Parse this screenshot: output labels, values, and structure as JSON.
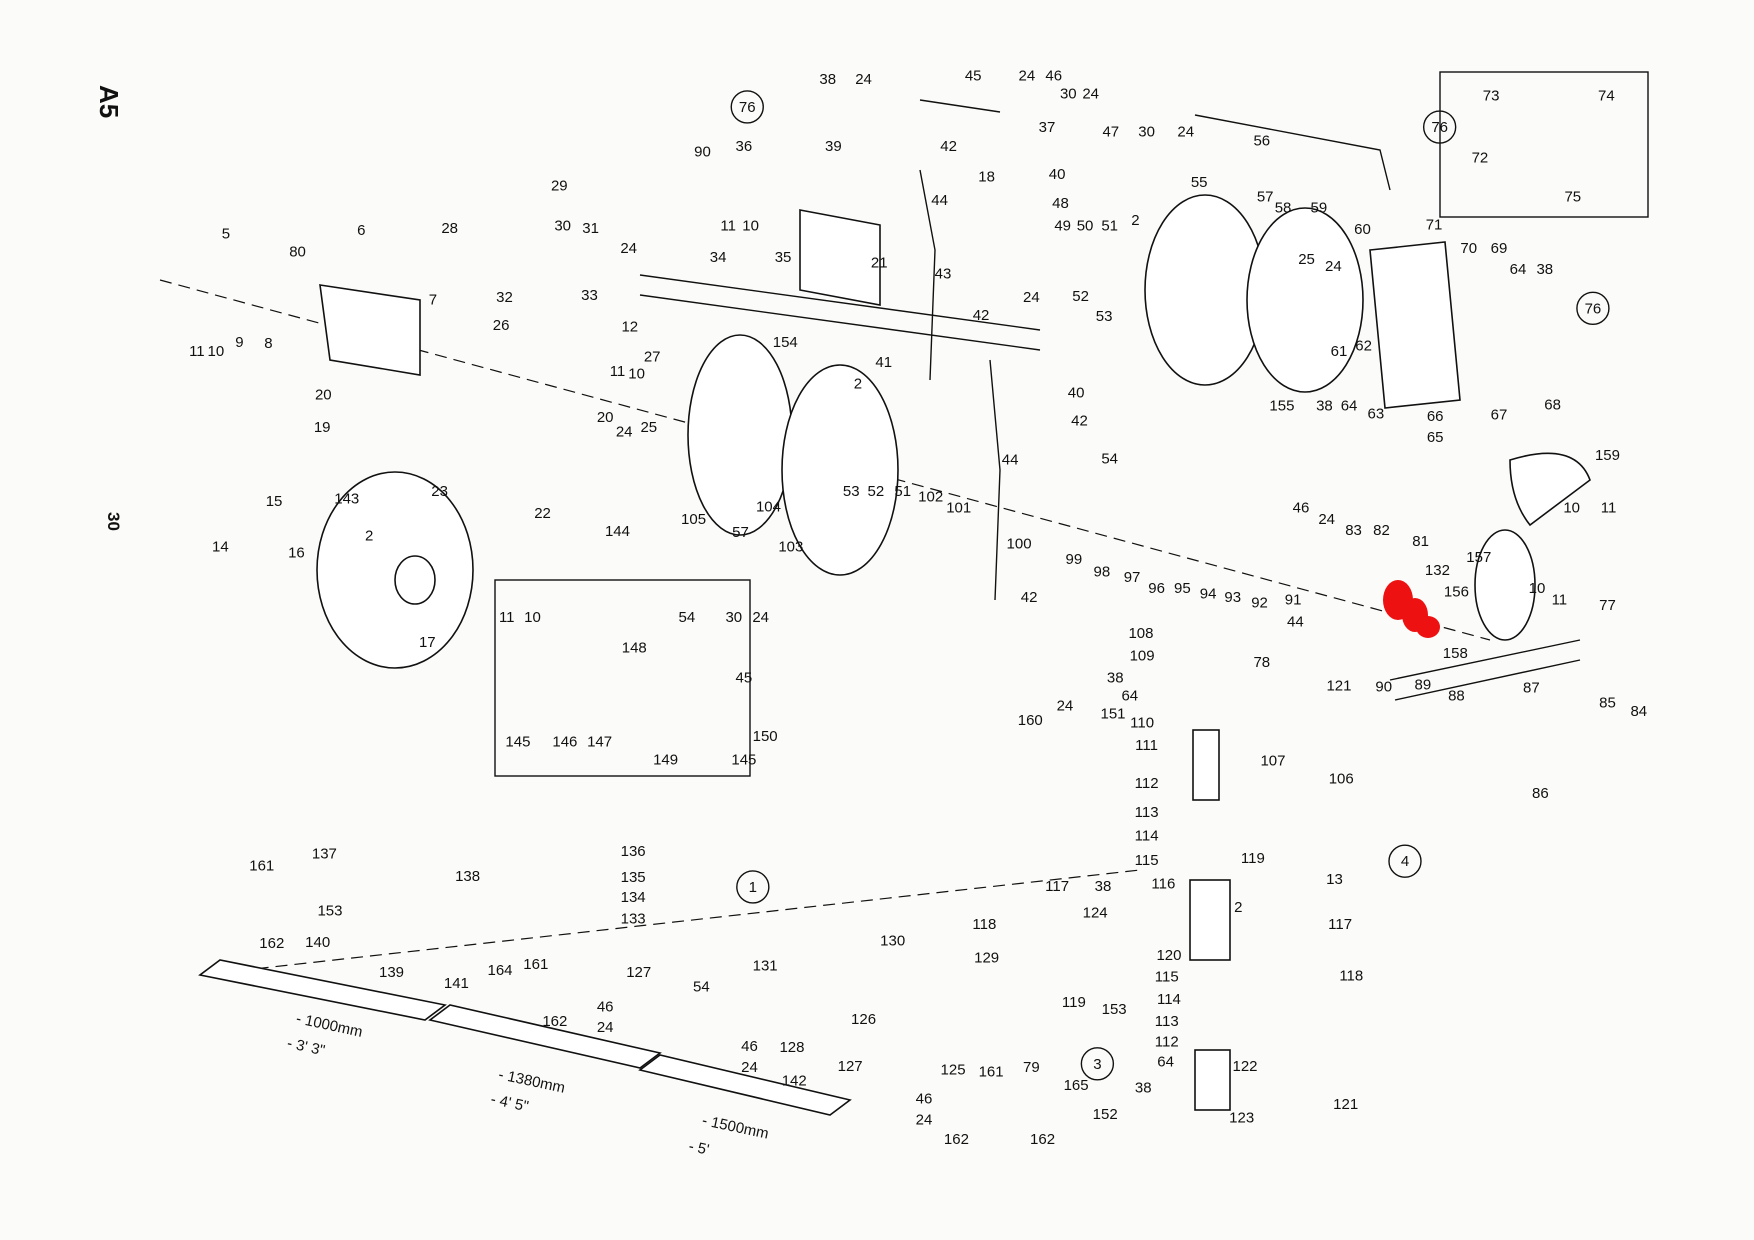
{
  "page_id": "A5",
  "page_number": "30",
  "highlight_color": "#ee1111",
  "labels": [
    "76",
    "38",
    "24",
    "45",
    "24",
    "46",
    "30",
    "24",
    "37",
    "39",
    "90",
    "36",
    "42",
    "18",
    "40",
    "47",
    "30",
    "24",
    "56",
    "73",
    "74",
    "76",
    "72",
    "75",
    "29",
    "28",
    "30",
    "31",
    "24",
    "11",
    "10",
    "35",
    "21",
    "44",
    "43",
    "48",
    "49",
    "50",
    "51",
    "2",
    "55",
    "57",
    "58",
    "59",
    "60",
    "71",
    "70",
    "69",
    "5",
    "80",
    "6",
    "34",
    "12",
    "42",
    "24",
    "52",
    "53",
    "25",
    "24",
    "64",
    "38",
    "76",
    "32",
    "33",
    "7",
    "11",
    "10",
    "9",
    "8",
    "26",
    "27",
    "11",
    "10",
    "154",
    "2",
    "61",
    "62",
    "41",
    "40",
    "42",
    "155",
    "38",
    "64",
    "63",
    "66",
    "68",
    "67",
    "65",
    "20",
    "19",
    "20",
    "24",
    "25",
    "159",
    "143",
    "15",
    "14",
    "16",
    "23",
    "22",
    "144",
    "105",
    "57",
    "104",
    "103",
    "53",
    "52",
    "51",
    "102",
    "101",
    "44",
    "54",
    "100",
    "99",
    "98",
    "97",
    "96",
    "95",
    "94",
    "93",
    "92",
    "91",
    "46",
    "24",
    "83",
    "82",
    "81",
    "132",
    "156",
    "157",
    "10",
    "11",
    "10",
    "11",
    "77",
    "2",
    "17",
    "44",
    "42",
    "90",
    "158",
    "89",
    "88",
    "87",
    "85",
    "84",
    "108",
    "109",
    "38",
    "64",
    "78",
    "121",
    "151",
    "110",
    "107",
    "160",
    "24",
    "111",
    "86",
    "106",
    "112",
    "113",
    "114",
    "115",
    "4",
    "119",
    "13",
    "11",
    "10",
    "54",
    "30",
    "24",
    "45",
    "148",
    "145",
    "146",
    "147",
    "149",
    "150",
    "145",
    "161",
    "137",
    "138",
    "136",
    "135",
    "134",
    "133",
    "153",
    "162",
    "140",
    "139",
    "164",
    "161",
    "141",
    "162",
    "46",
    "24",
    "127",
    "54",
    "1",
    "131",
    "130",
    "129",
    "117",
    "118",
    "124",
    "38",
    "2",
    "117",
    "116",
    "120",
    "115",
    "114",
    "113",
    "112",
    "64",
    "38",
    "119",
    "153",
    "3",
    "118",
    "128",
    "46",
    "24",
    "127",
    "126",
    "125",
    "79",
    "161",
    "165",
    "46",
    "24",
    "162",
    "162",
    "122",
    "121",
    "152",
    "123",
    "142"
  ],
  "dimensions": [
    "- 1000mm",
    "- 3' 3\"",
    "- 1380mm",
    "- 4' 5\"",
    "- 1500mm",
    "- 5'"
  ]
}
